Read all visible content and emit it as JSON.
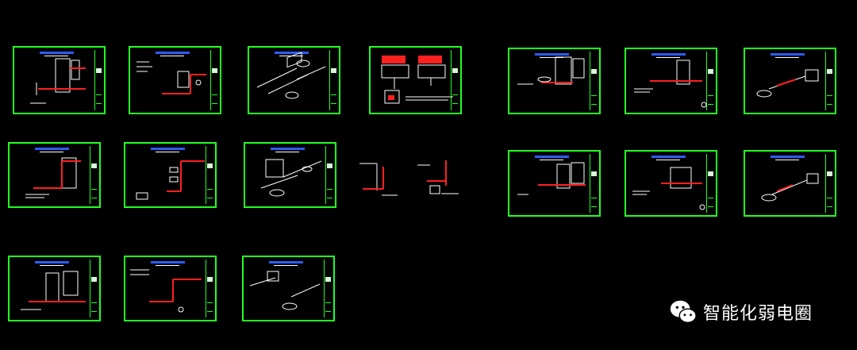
{
  "canvas": {
    "background": "#000000",
    "frame_color": "#22ff22",
    "pipe_color": "#ff2020",
    "title_color": "#2b5cff"
  },
  "drawing_sheets": [
    {
      "id": "sheet-1"
    },
    {
      "id": "sheet-2"
    },
    {
      "id": "sheet-3"
    },
    {
      "id": "sheet-4"
    },
    {
      "id": "sheet-5"
    },
    {
      "id": "sheet-6"
    },
    {
      "id": "sheet-7"
    },
    {
      "id": "sheet-8"
    },
    {
      "id": "sheet-9"
    },
    {
      "id": "sheet-10"
    },
    {
      "id": "sheet-11"
    },
    {
      "id": "sheet-12"
    },
    {
      "id": "sheet-13"
    },
    {
      "id": "sheet-14"
    },
    {
      "id": "sheet-15"
    },
    {
      "id": "sheet-16"
    }
  ],
  "watermark": {
    "text": "智能化弱电圈",
    "icon": "wechat-icon"
  }
}
